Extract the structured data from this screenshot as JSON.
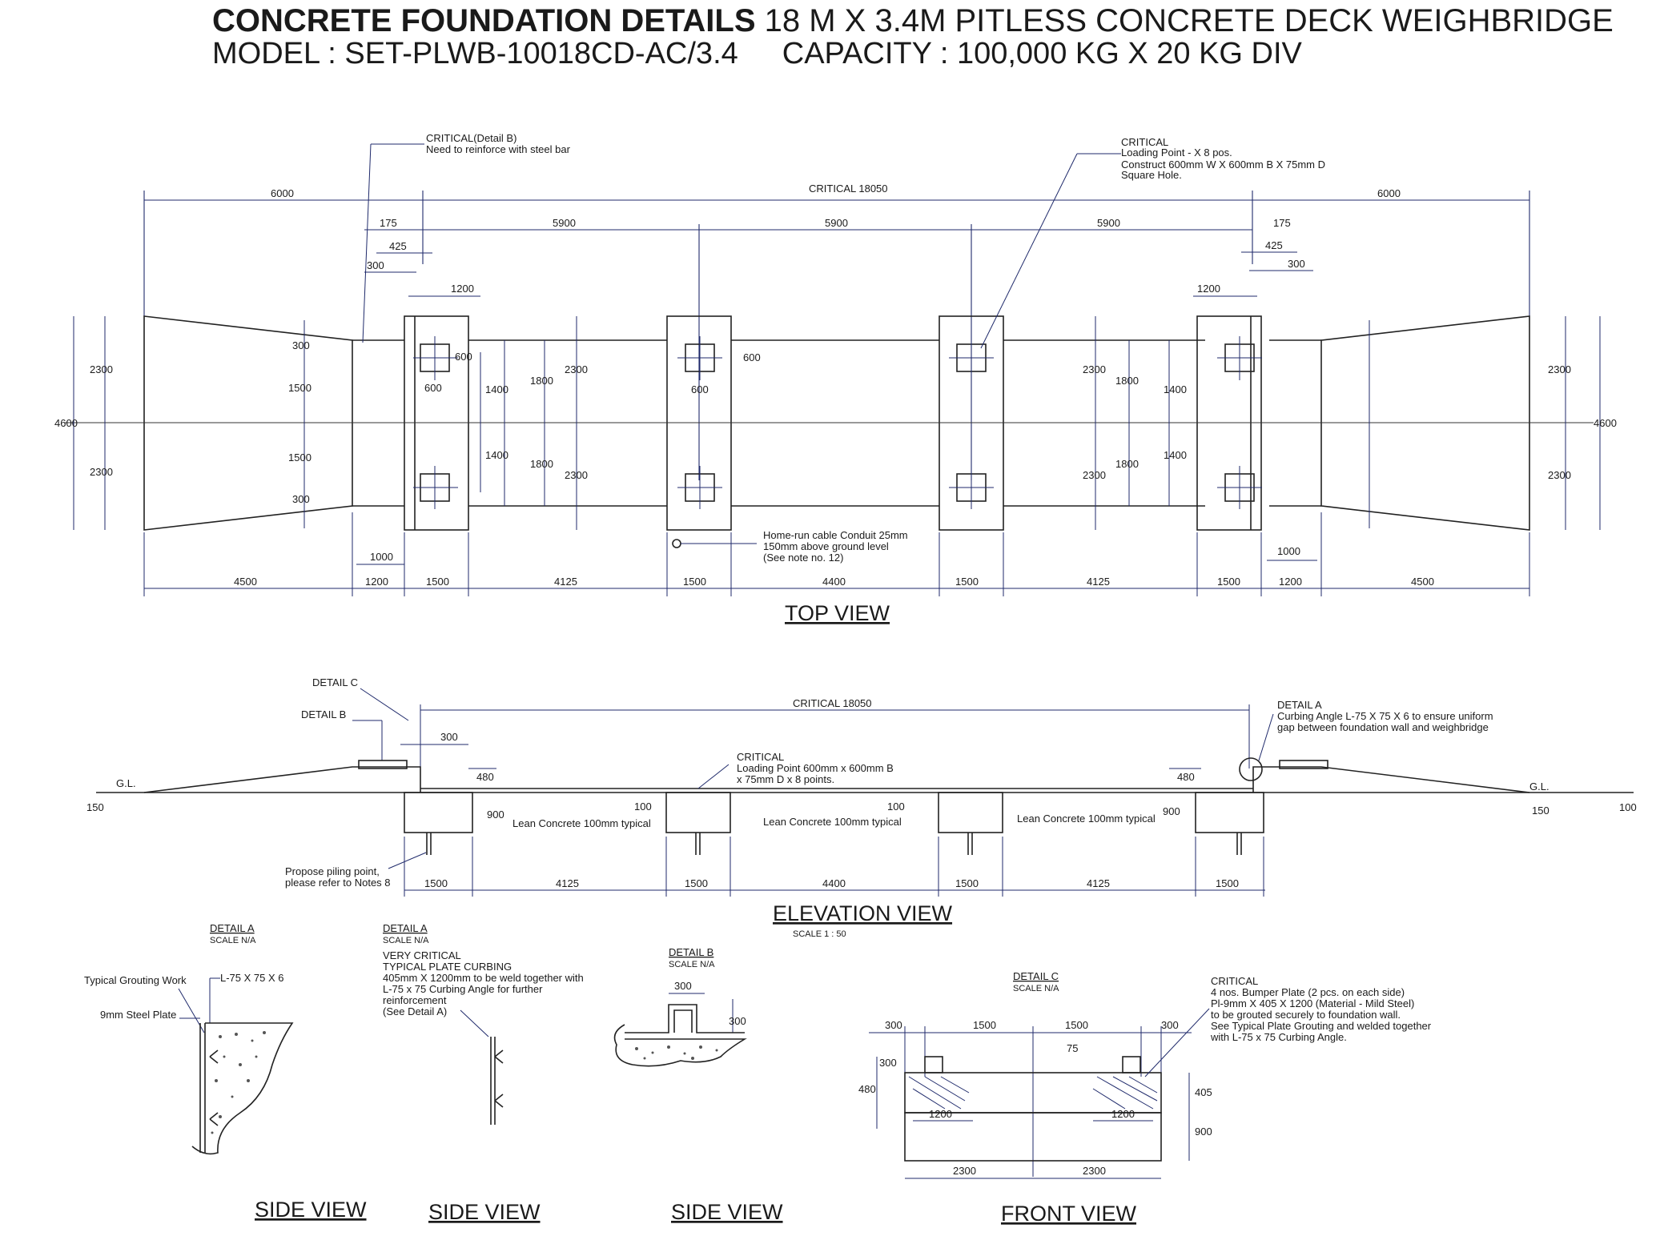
{
  "title": {
    "bold": "CONCRETE FOUNDATION DETAILS",
    "rest": "18 M X 3.4M PITLESS CONCRETE DECK WEIGHBRIDGE",
    "model": "MODEL : SET-PLWB-10018CD-AC/3.4",
    "capacity": "CAPACITY : 100,000 KG X 20 KG DIV"
  },
  "views": {
    "top": "TOP VIEW",
    "elevation": "ELEVATION VIEW",
    "elevation_scale": "SCALE 1 : 50",
    "side1": "SIDE VIEW",
    "side2": "SIDE VIEW",
    "side3": "SIDE VIEW",
    "front": "FRONT VIEW"
  },
  "top_view": {
    "critical_total": "CRITICAL 18050",
    "ramp_len": "6000",
    "bay_spacing": "5900",
    "d175": "175",
    "d425": "425",
    "d300": "300",
    "d1200": "1200",
    "d600": "600",
    "d1400": "1400",
    "d1800": "1800",
    "d2300": "2300",
    "d1500": "1500",
    "d4600": "4600",
    "d1000": "1000",
    "bottom_dims": [
      "4500",
      "1200",
      "1500",
      "4125",
      "1500",
      "4400",
      "1500",
      "4125",
      "1500",
      "1200",
      "4500"
    ],
    "note_detail_b": [
      "CRITICAL(Detail B)",
      "Need to reinforce with steel bar"
    ],
    "note_loading": [
      "CRITICAL",
      "Loading Point - X 8 pos.",
      "Construct 600mm W X 600mm B X 75mm D",
      "Square Hole."
    ],
    "note_conduit": [
      "Home-run cable Conduit 25mm",
      "150mm above ground level",
      "(See note no. 12)"
    ]
  },
  "elevation_view": {
    "critical_total": "CRITICAL 18050",
    "detail_c": "DETAIL C",
    "detail_b": "DETAIL B",
    "d300": "300",
    "d480": "480",
    "d900": "900",
    "d100": "100",
    "d150": "150",
    "gl": "G.L.",
    "lean": "Lean Concrete 100mm typical",
    "loading_note": [
      "CRITICAL",
      "Loading Point 600mm x 600mm B",
      "x 75mm D x 8 points."
    ],
    "detail_a_note": [
      "DETAIL A",
      "Curbing Angle L-75 X 75 X 6 to ensure uniform",
      "gap between foundation wall and weighbridge"
    ],
    "piling_note": [
      "Propose piling point,",
      "please refer to Notes 8"
    ],
    "bottom_dims": [
      "1500",
      "4125",
      "1500",
      "4400",
      "1500",
      "4125",
      "1500"
    ]
  },
  "detail_a1": {
    "title": "DETAIL A",
    "scale": "SCALE N/A",
    "grouting": "Typical Grouting Work",
    "angle": "L-75 X 75 X 6",
    "plate": "9mm Steel Plate"
  },
  "detail_a2": {
    "title": "DETAIL A",
    "scale": "SCALE N/A",
    "note": [
      "VERY CRITICAL",
      "TYPICAL PLATE CURBING",
      "405mm X 1200mm to be weld together with",
      "L-75 x 75 Curbing Angle for further",
      "reinforcement",
      "(See Detail A)"
    ]
  },
  "detail_b": {
    "title": "DETAIL B",
    "scale": "SCALE N/A",
    "d300a": "300",
    "d300b": "300"
  },
  "detail_c": {
    "title": "DETAIL C",
    "scale": "SCALE N/A",
    "top_dims": [
      "300",
      "1500",
      "1500",
      "300"
    ],
    "d300": "300",
    "d75": "75",
    "d480": "480",
    "d405": "405",
    "d900": "900",
    "d1200": "1200",
    "d2300": "2300",
    "note": [
      "CRITICAL",
      "4 nos. Bumper Plate (2 pcs. on each side)",
      "Pl-9mm X 405 X 1200 (Material - Mild Steel)",
      "to be grouted securely to foundation wall.",
      "See Typical Plate Grouting and welded together",
      "with L-75 x 75 Curbing Angle."
    ]
  }
}
